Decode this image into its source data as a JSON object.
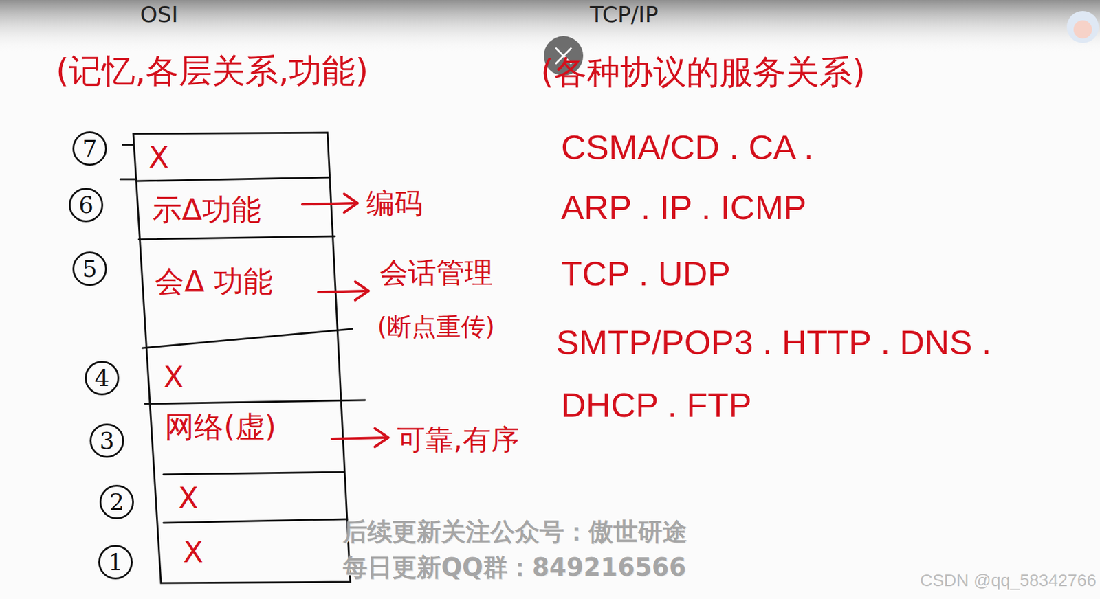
{
  "diagram": {
    "nodes": [
      {
        "text": [
          "7"
        ]
      },
      {
        "text": [
          "X"
        ]
      },
      {
        "text": [
          "6"
        ]
      },
      {
        "text": [
          "示Δ功能"
        ]
      },
      {
        "text": [
          "5"
        ]
      },
      {
        "text": [
          "会Δ 功能"
        ]
      },
      {
        "text": [
          "4"
        ]
      },
      {
        "text": [
          "X"
        ]
      },
      {
        "text": [
          "3"
        ]
      },
      {
        "text": [
          "网络(虚)"
        ]
      },
      {
        "text": [
          "2"
        ]
      },
      {
        "text": [
          "X"
        ]
      },
      {
        "text": [
          "1"
        ]
      },
      {
        "text": [
          "X"
        ]
      }
    ],
    "labels": [
      "OSI",
      "TCP/IP",
      "(记忆,各层关系,功能)",
      "(各种协议的服务关系)",
      "编码",
      "会话管理",
      "(断点重传)",
      "可靠,有序",
      "CSMA/CD . CA .",
      "ARP . IP . ICMP",
      "TCP . UDP",
      "SMTP/POP3 . HTTP . DNS .",
      "DHCP . FTP",
      "后续更新关注公众号：傲世研途",
      "每日更新QQ群：849216566",
      "CSDN @qq_58342766"
    ]
  }
}
